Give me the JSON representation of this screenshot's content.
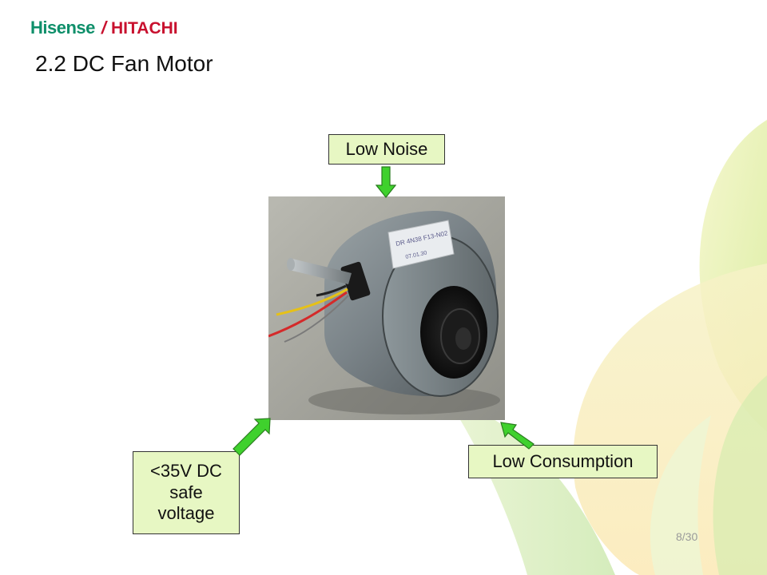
{
  "header": {
    "brand_primary": "Hisense",
    "brand_separator": "/",
    "brand_secondary": "HITACHI"
  },
  "slide": {
    "title": "2.2 DC Fan Motor",
    "page_number": "8/30"
  },
  "callouts": {
    "top": "Low Noise",
    "right": "Low Consumption",
    "left_lines": [
      "<35V DC",
      "safe",
      "voltage"
    ]
  },
  "colors": {
    "callout_fill": "#e7f7c3",
    "arrow_fill": "#3fd12d",
    "brand_green": "#0e8f6a",
    "brand_red": "#c8102e"
  },
  "icons": {
    "arrow_down": "arrow-down-icon",
    "arrow_up_right": "arrow-up-right-icon",
    "arrow_up_left": "arrow-up-left-icon"
  }
}
